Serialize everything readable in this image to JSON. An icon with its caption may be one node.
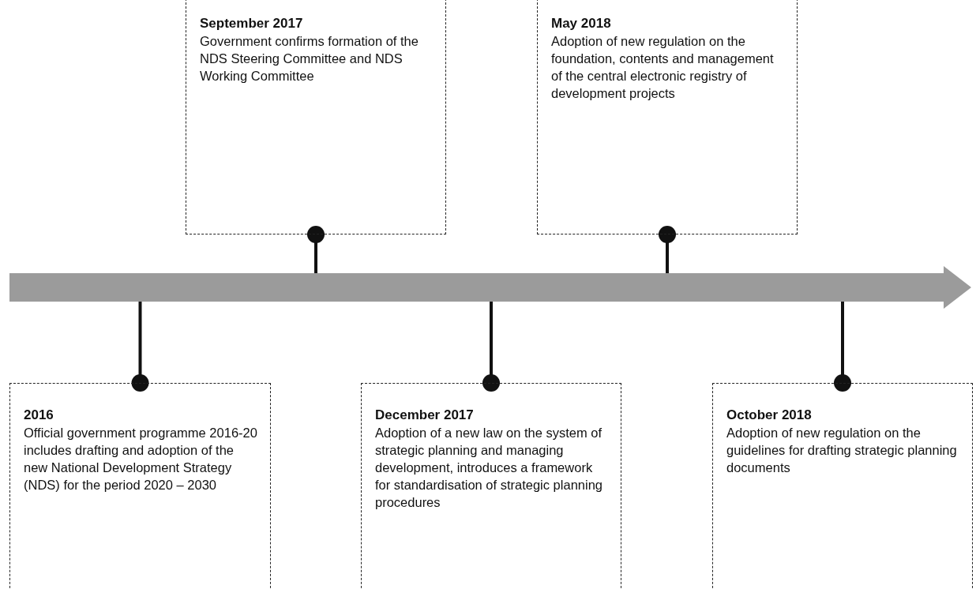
{
  "diagram": {
    "nodes": [
      {
        "text": [
          "2016",
          "Official government programme 2016-20 includes drafting and adoption of the new National Development Strategy (NDS) for the period 2020 – 2030"
        ]
      },
      {
        "text": [
          "September 2017",
          "Government confirms formation of the NDS Steering Committee and NDS Working Committee"
        ]
      },
      {
        "text": [
          "December 2017",
          "Adoption of a new law on the system of strategic planning and managing development, introduces a framework for standardisation of strategic planning procedures"
        ]
      },
      {
        "text": [
          "May 2018",
          "Adoption of new regulation on the foundation, contents and management of the central electronic registry of development projects"
        ]
      },
      {
        "text": [
          "October 2018",
          "Adoption of new regulation on the guidelines for drafting strategic planning documents"
        ]
      },
      {
        "text": [],
        "shape": "bar"
      }
    ],
    "edges": [
      {
        "from": 5,
        "to": 0,
        "arrow": "other"
      },
      {
        "from": 5,
        "to": 1,
        "arrow": "other"
      },
      {
        "from": 5,
        "to": 2,
        "arrow": "other"
      },
      {
        "from": 5,
        "to": 3,
        "arrow": "other"
      },
      {
        "from": 5,
        "to": 4,
        "arrow": "other"
      }
    ]
  }
}
